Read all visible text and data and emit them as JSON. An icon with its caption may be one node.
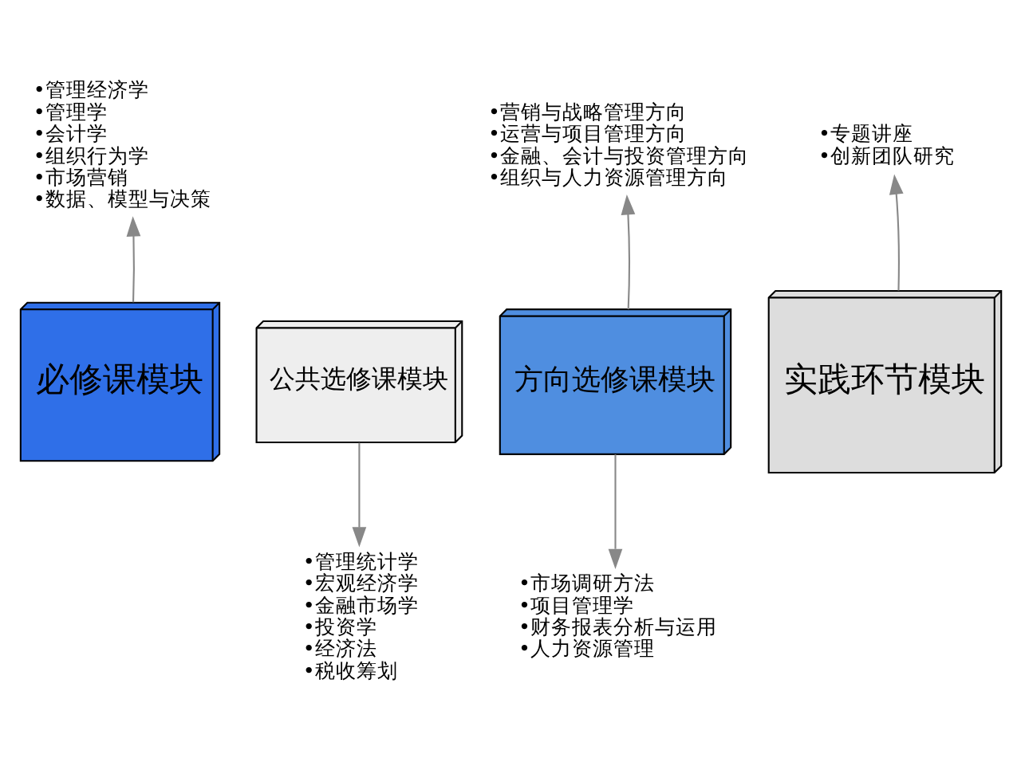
{
  "diagram": {
    "nodes": [
      {
        "text": [
          "必修课模块"
        ]
      },
      {
        "text": [
          "公共选修课模块"
        ]
      },
      {
        "text": [
          "方向选修课模块"
        ]
      },
      {
        "text": [
          "实践环节模块"
        ]
      },
      {
        "text": [
          "•管理经济学",
          "•管理学",
          "•会计学",
          "•组织行为学",
          "•市场营销",
          "•数据、模型与决策"
        ]
      },
      {
        "text": [
          "•管理统计学",
          "•宏观经济学",
          "•金融市场学",
          "•投资学",
          "•经济法",
          "•税收筹划"
        ]
      },
      {
        "text": [
          "•营销与战略管理方向",
          "•运营与项目管理方向",
          "•金融、会计与投资管理方向",
          "•组织与人力资源管理方向"
        ]
      },
      {
        "text": [
          "•市场调研方法",
          "•项目管理学",
          "•财务报表分析与运用",
          "•人力资源管理"
        ]
      },
      {
        "text": [
          "•专题讲座",
          "•创新团队研究"
        ]
      }
    ],
    "edges": [
      {
        "from": 0,
        "to": 4,
        "arrow": "to"
      },
      {
        "from": 1,
        "to": 5,
        "arrow": "to"
      },
      {
        "from": 2,
        "to": 6,
        "arrow": "to"
      },
      {
        "from": 2,
        "to": 7,
        "arrow": "to"
      },
      {
        "from": 3,
        "to": 8,
        "arrow": "to"
      }
    ]
  }
}
